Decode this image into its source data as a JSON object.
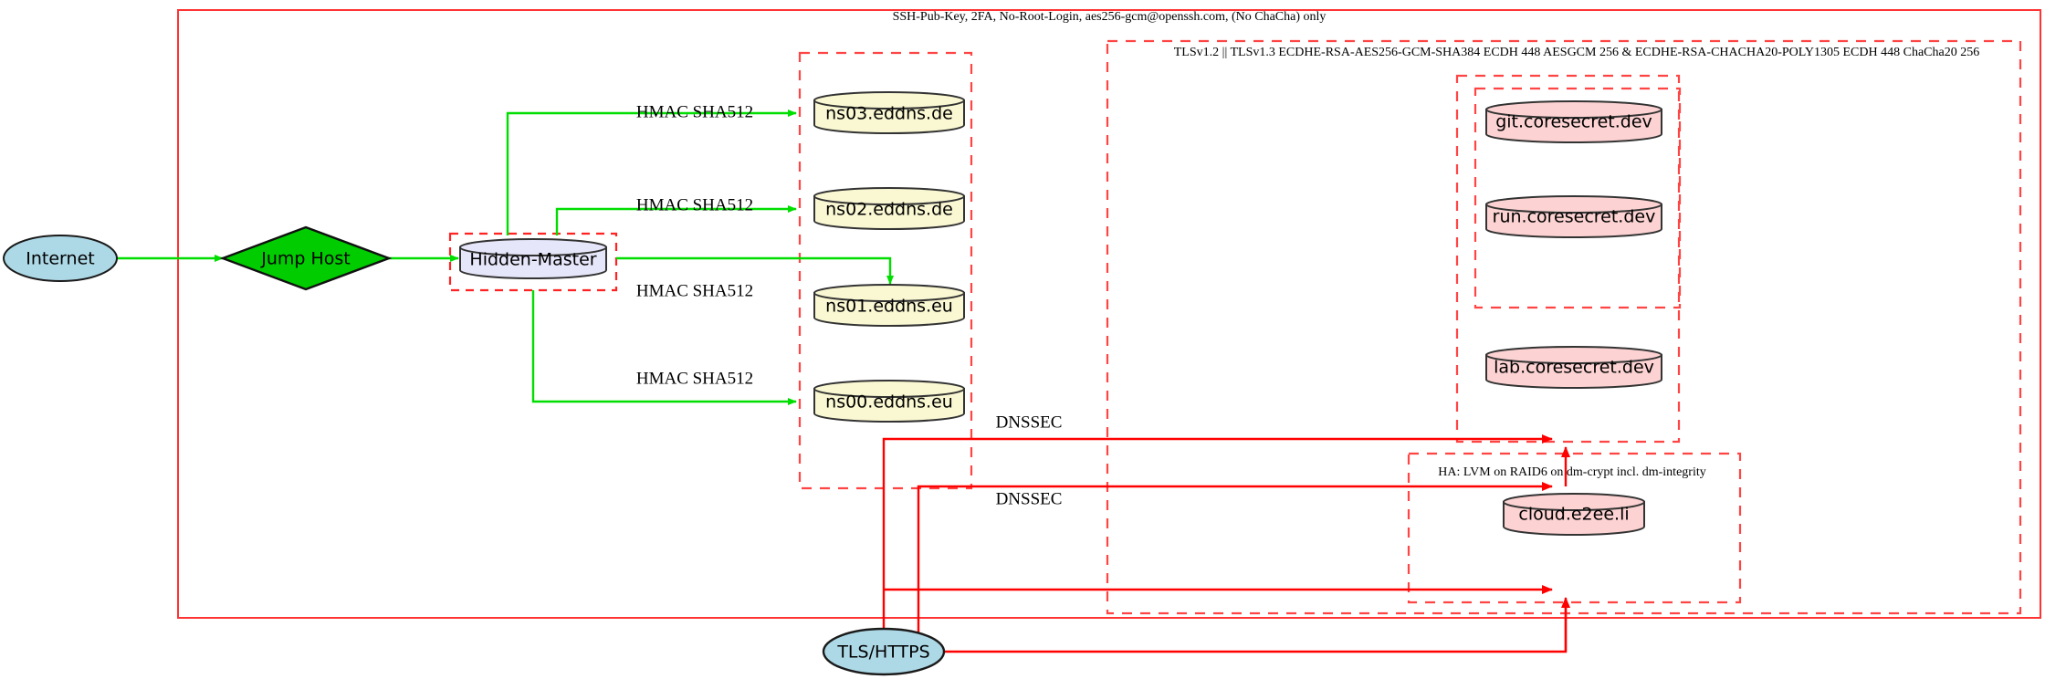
{
  "diagram": {
    "title_top_label": "SSH-Pub-Key, 2FA, No-Root-Login, aes256-gcm@openssh.com, (No ChaCha) only",
    "clusters": {
      "ssh_outer": {
        "label": "SSH-Pub-Key, 2FA, No-Root-Login, aes256-gcm@openssh.com, (No ChaCha) only",
        "style": "solid",
        "color": "#ff3333"
      },
      "tls": {
        "label": "TLSv1.2 || TLSv1.3 ECDHE-RSA-AES256-GCM-SHA384 ECDH 448 AESGCM 256 & ECDHE-RSA-CHACHA20-POLY1305 ECDH 448 ChaCha20 256",
        "style": "dashed",
        "color": "#ff4444"
      },
      "ha": {
        "label": "HA: LVM on RAID6 on dm-crypt incl. dm-integrity",
        "style": "dashed",
        "color": "#ff4444"
      },
      "dns": {
        "label": "",
        "style": "dashed",
        "color": "#ff4444"
      },
      "coresecret": {
        "label": "",
        "style": "dashed",
        "color": "#ff4444"
      },
      "coresecret_inner": {
        "label": "",
        "style": "dashed",
        "color": "#ff4444"
      },
      "hidden_master_box": {
        "label": "",
        "style": "dashed",
        "color": "#ff2222"
      }
    },
    "nodes": {
      "internet": {
        "label": "Internet",
        "shape": "ellipse",
        "fill": "#add8e6"
      },
      "jump_host": {
        "label": "Jump Host",
        "shape": "diamond",
        "fill": "#00cc00"
      },
      "hidden_master": {
        "label": "Hidden-Master",
        "shape": "cylinder",
        "fill": "#e6e6fa"
      },
      "ns03": {
        "label": "ns03.eddns.de",
        "shape": "cylinder",
        "fill": "#faf8d2"
      },
      "ns02": {
        "label": "ns02.eddns.de",
        "shape": "cylinder",
        "fill": "#faf8d2"
      },
      "ns01": {
        "label": "ns01.eddns.eu",
        "shape": "cylinder",
        "fill": "#faf8d2"
      },
      "ns00": {
        "label": "ns00.eddns.eu",
        "shape": "cylinder",
        "fill": "#faf8d2"
      },
      "git": {
        "label": "git.coresecret.dev",
        "shape": "cylinder",
        "fill": "#fcd2d2"
      },
      "run": {
        "label": "run.coresecret.dev",
        "shape": "cylinder",
        "fill": "#fcd2d2"
      },
      "lab": {
        "label": "lab.coresecret.dev",
        "shape": "cylinder",
        "fill": "#fcd2d2"
      },
      "cloud": {
        "label": "cloud.e2ee.li",
        "shape": "cylinder",
        "fill": "#fcd2d2"
      },
      "tls_https": {
        "label": "TLS/HTTPS",
        "shape": "ellipse",
        "fill": "#add8e6"
      }
    },
    "edge_labels": {
      "hmac_ns03": "HMAC SHA512",
      "hmac_ns02": "HMAC SHA512",
      "hmac_ns01": "HMAC SHA512",
      "hmac_ns00": "HMAC SHA512",
      "dnssec_upper": "DNSSEC",
      "dnssec_lower": "DNSSEC"
    },
    "colors": {
      "green_edge": "#00dd00",
      "red_edge": "#ff0000",
      "cluster_red": "#ff4444",
      "outline": "#1a1a1a"
    }
  }
}
